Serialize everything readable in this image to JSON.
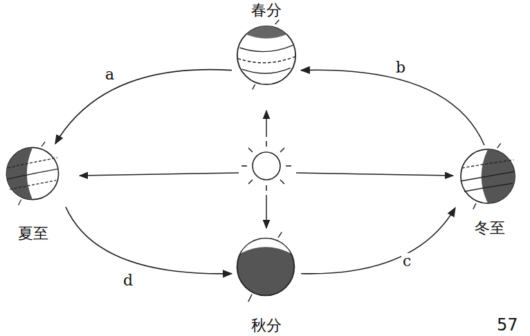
{
  "diagram": {
    "nodes": [
      {
        "text": [
          "春分"
        ]
      },
      {
        "text": [
          "夏至"
        ]
      },
      {
        "text": [
          "冬至"
        ]
      },
      {
        "text": [
          "秋分"
        ]
      }
    ],
    "edges": [
      {
        "from": 0,
        "to": 1,
        "arrow": "to",
        "label": "a"
      },
      {
        "from": 1,
        "to": 3,
        "arrow": "to",
        "label": "d"
      },
      {
        "from": 3,
        "to": 2,
        "arrow": "to",
        "label": "c"
      },
      {
        "from": 2,
        "to": 0,
        "arrow": "to",
        "label": "b"
      }
    ],
    "labels": [
      "57"
    ]
  }
}
